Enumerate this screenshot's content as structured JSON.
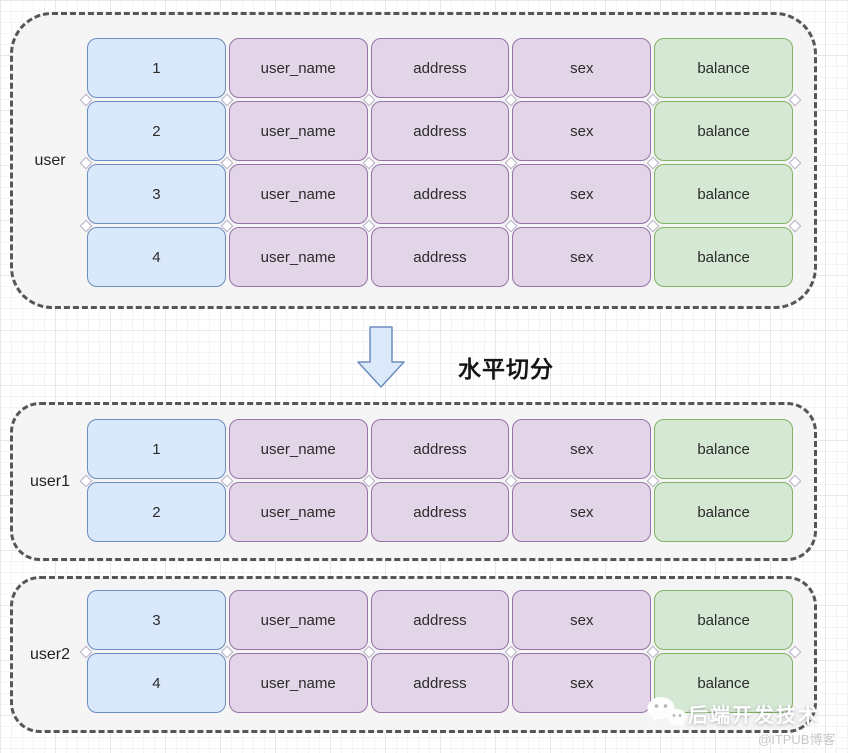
{
  "colors": {
    "container_fill": "#f5f5f5",
    "container_border": "#565656",
    "id_fill": "#dae8fc",
    "id_border": "#6c8ebf",
    "field_fill": "#e1d5e7",
    "field_border": "#9673a6",
    "balance_fill": "#d5e8d4",
    "balance_border": "#82b366",
    "arrow_fill": "#dbe9fb",
    "arrow_border": "#6c8ebf"
  },
  "arrow": {
    "label": "水平切分"
  },
  "sections": [
    {
      "name": "user",
      "rows": [
        [
          "1",
          "user_name",
          "address",
          "sex",
          "balance"
        ],
        [
          "2",
          "user_name",
          "address",
          "sex",
          "balance"
        ],
        [
          "3",
          "user_name",
          "address",
          "sex",
          "balance"
        ],
        [
          "4",
          "user_name",
          "address",
          "sex",
          "balance"
        ]
      ]
    },
    {
      "name": "user1",
      "rows": [
        [
          "1",
          "user_name",
          "address",
          "sex",
          "balance"
        ],
        [
          "2",
          "user_name",
          "address",
          "sex",
          "balance"
        ]
      ]
    },
    {
      "name": "user2",
      "rows": [
        [
          "3",
          "user_name",
          "address",
          "sex",
          "balance"
        ],
        [
          "4",
          "user_name",
          "address",
          "sex",
          "balance"
        ]
      ]
    }
  ],
  "watermark": {
    "icon": "wechat-icon",
    "title": "后端开发技术",
    "subtitle": "@ITPUB博客"
  }
}
